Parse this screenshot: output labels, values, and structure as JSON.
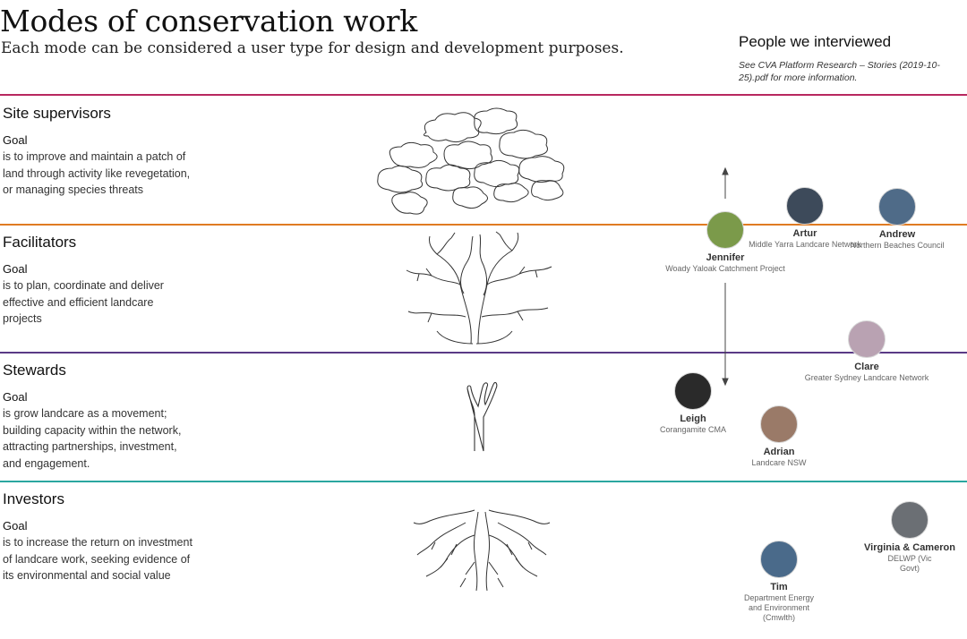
{
  "header": {
    "title": "Modes of conservation work",
    "subtitle": "Each mode can be considered a user type for design and development purposes."
  },
  "interviewed": {
    "title": "People we interviewed",
    "note": "See CVA Platform Research – Stories (2019-10-25).pdf for more information."
  },
  "modes": [
    {
      "name": "Site supervisors",
      "goal_label": "Goal",
      "goal_text": "is to improve and maintain a patch of land through activity like revegetation, or managing species threats",
      "line_color": "#b8285f",
      "illustration": "cloud-canopy-icon"
    },
    {
      "name": "Facilitators",
      "goal_label": "Goal",
      "goal_text": "is to plan, coordinate and deliver effective and efficient landcare projects",
      "line_color": "#e07b22",
      "illustration": "branching-tree-icon"
    },
    {
      "name": "Stewards",
      "goal_label": "Goal",
      "goal_text": "is grow landcare as a movement; building capacity within the network, attracting partnerships, investment, and engagement.",
      "line_color": "#5a3a86",
      "illustration": "trunk-icon"
    },
    {
      "name": "Investors",
      "goal_label": "Goal",
      "goal_text": "is to increase the return on investment of landcare work, seeking evidence of its environmental and social value",
      "line_color": "#2aa7a0",
      "illustration": "roots-icon"
    }
  ],
  "people": [
    {
      "name": "Jennifer",
      "org": "Woady Yaloak Catchment Project",
      "avatar_color": "#7b9a4a"
    },
    {
      "name": "Artur",
      "org": "Middle Yarra Landcare Network",
      "avatar_color": "#3d4a5a"
    },
    {
      "name": "Andrew",
      "org": "Northern Beaches Council",
      "avatar_color": "#4f6b88"
    },
    {
      "name": "Clare",
      "org": "Greater Sydney Landcare Network",
      "avatar_color": "#b9a2b2"
    },
    {
      "name": "Leigh",
      "org": "Corangamite CMA",
      "avatar_color": "#2a2a2a"
    },
    {
      "name": "Adrian",
      "org": "Landcare NSW",
      "avatar_color": "#9a7a68"
    },
    {
      "name": "Virginia & Cameron",
      "org": "DELWP (Vic Govt)",
      "avatar_color": "#6b6f74"
    },
    {
      "name": "Tim",
      "org": "Department Energy and Environment (Cmwlth)",
      "avatar_color": "#4a6a8a"
    }
  ]
}
